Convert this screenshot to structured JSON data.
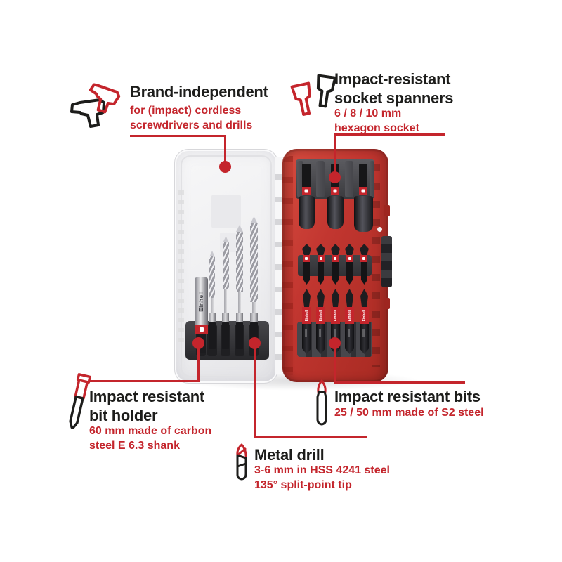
{
  "colors": {
    "accent_red": "#c4252c",
    "case_red": "#c23329",
    "text_dark": "#1d1d1b"
  },
  "annotations": {
    "brand": {
      "icon": "cordless-drills-icon",
      "title": "Brand-independent",
      "sub1": "for (impact) cordless",
      "sub2": "screwdrivers and drills"
    },
    "sockets": {
      "icon": "socket-spanners-icon",
      "title1": "Impact-resistant",
      "title2": "socket spanners",
      "sub1": "6 / 8 / 10 mm",
      "sub2": "hexagon socket"
    },
    "bit_holder": {
      "icon": "bit-holder-icon",
      "title1": "Impact resistant",
      "title2": "bit holder",
      "sub1": "60 mm made of carbon",
      "sub2": "steel E 6.3 shank"
    },
    "metal_drill": {
      "icon": "metal-drill-icon",
      "title": "Metal drill",
      "sub1": "3-6 mm in HSS 4241 steel",
      "sub2": "135° split-point tip"
    },
    "bits": {
      "icon": "impact-bit-icon",
      "title": "Impact resistant bits",
      "sub1": "25 / 50 mm made of S2 steel"
    }
  },
  "product": {
    "brand": "Einhell",
    "left_tray": {
      "drill_count": 4,
      "bit_holder_count": 1
    },
    "right_tray": {
      "socket_count": 3,
      "short_bit_count": 5,
      "long_bit_count": 5
    }
  }
}
